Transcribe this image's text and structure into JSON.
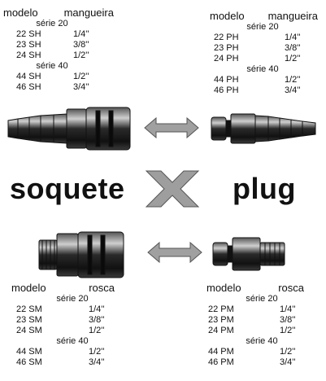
{
  "tables": {
    "top_left": {
      "header": {
        "model": "modelo",
        "size": "mangueira"
      },
      "groups": [
        {
          "serie": "série 20",
          "rows": [
            {
              "model": "22 SH",
              "size": "1/4''"
            },
            {
              "model": "23 SH",
              "size": "3/8''"
            },
            {
              "model": "24 SH",
              "size": "1/2''"
            }
          ]
        },
        {
          "serie": "série 40",
          "rows": [
            {
              "model": "44 SH",
              "size": "1/2''"
            },
            {
              "model": "46 SH",
              "size": "3/4''"
            }
          ]
        }
      ]
    },
    "top_right": {
      "header": {
        "model": "modelo",
        "size": "mangueira"
      },
      "groups": [
        {
          "serie": "série 20",
          "rows": [
            {
              "model": "22 PH",
              "size": "1/4''"
            },
            {
              "model": "23 PH",
              "size": "3/8''"
            },
            {
              "model": "24 PH",
              "size": "1/2''"
            }
          ]
        },
        {
          "serie": "série 40",
          "rows": [
            {
              "model": "44 PH",
              "size": "1/2''"
            },
            {
              "model": "46 PH",
              "size": "3/4''"
            }
          ]
        }
      ]
    },
    "bottom_left": {
      "header": {
        "model": "modelo",
        "size": "rosca"
      },
      "groups": [
        {
          "serie": "série 20",
          "rows": [
            {
              "model": "22 SM",
              "size": "1/4''"
            },
            {
              "model": "23 SM",
              "size": "3/8''"
            },
            {
              "model": "24 SM",
              "size": "1/2''"
            }
          ]
        },
        {
          "serie": "série 40",
          "rows": [
            {
              "model": "44 SM",
              "size": "1/2''"
            },
            {
              "model": "46 SM",
              "size": "3/4''"
            }
          ]
        }
      ]
    },
    "bottom_right": {
      "header": {
        "model": "modelo",
        "size": "rosca"
      },
      "groups": [
        {
          "serie": "série 20",
          "rows": [
            {
              "model": "22 PM",
              "size": "1/4''"
            },
            {
              "model": "23 PM",
              "size": "3/8''"
            },
            {
              "model": "24 PM",
              "size": "1/2''"
            }
          ]
        },
        {
          "serie": "série 40",
          "rows": [
            {
              "model": "44 PM",
              "size": "1/2''"
            },
            {
              "model": "46 PM",
              "size": "3/4''"
            }
          ]
        }
      ]
    }
  },
  "labels": {
    "socket": "soquete",
    "plug": "plug"
  },
  "colors": {
    "text": "#111111",
    "metal_dark": "#1e1e1e",
    "metal_light": "#9a9a9a",
    "arrow": "#8a8a8a"
  }
}
